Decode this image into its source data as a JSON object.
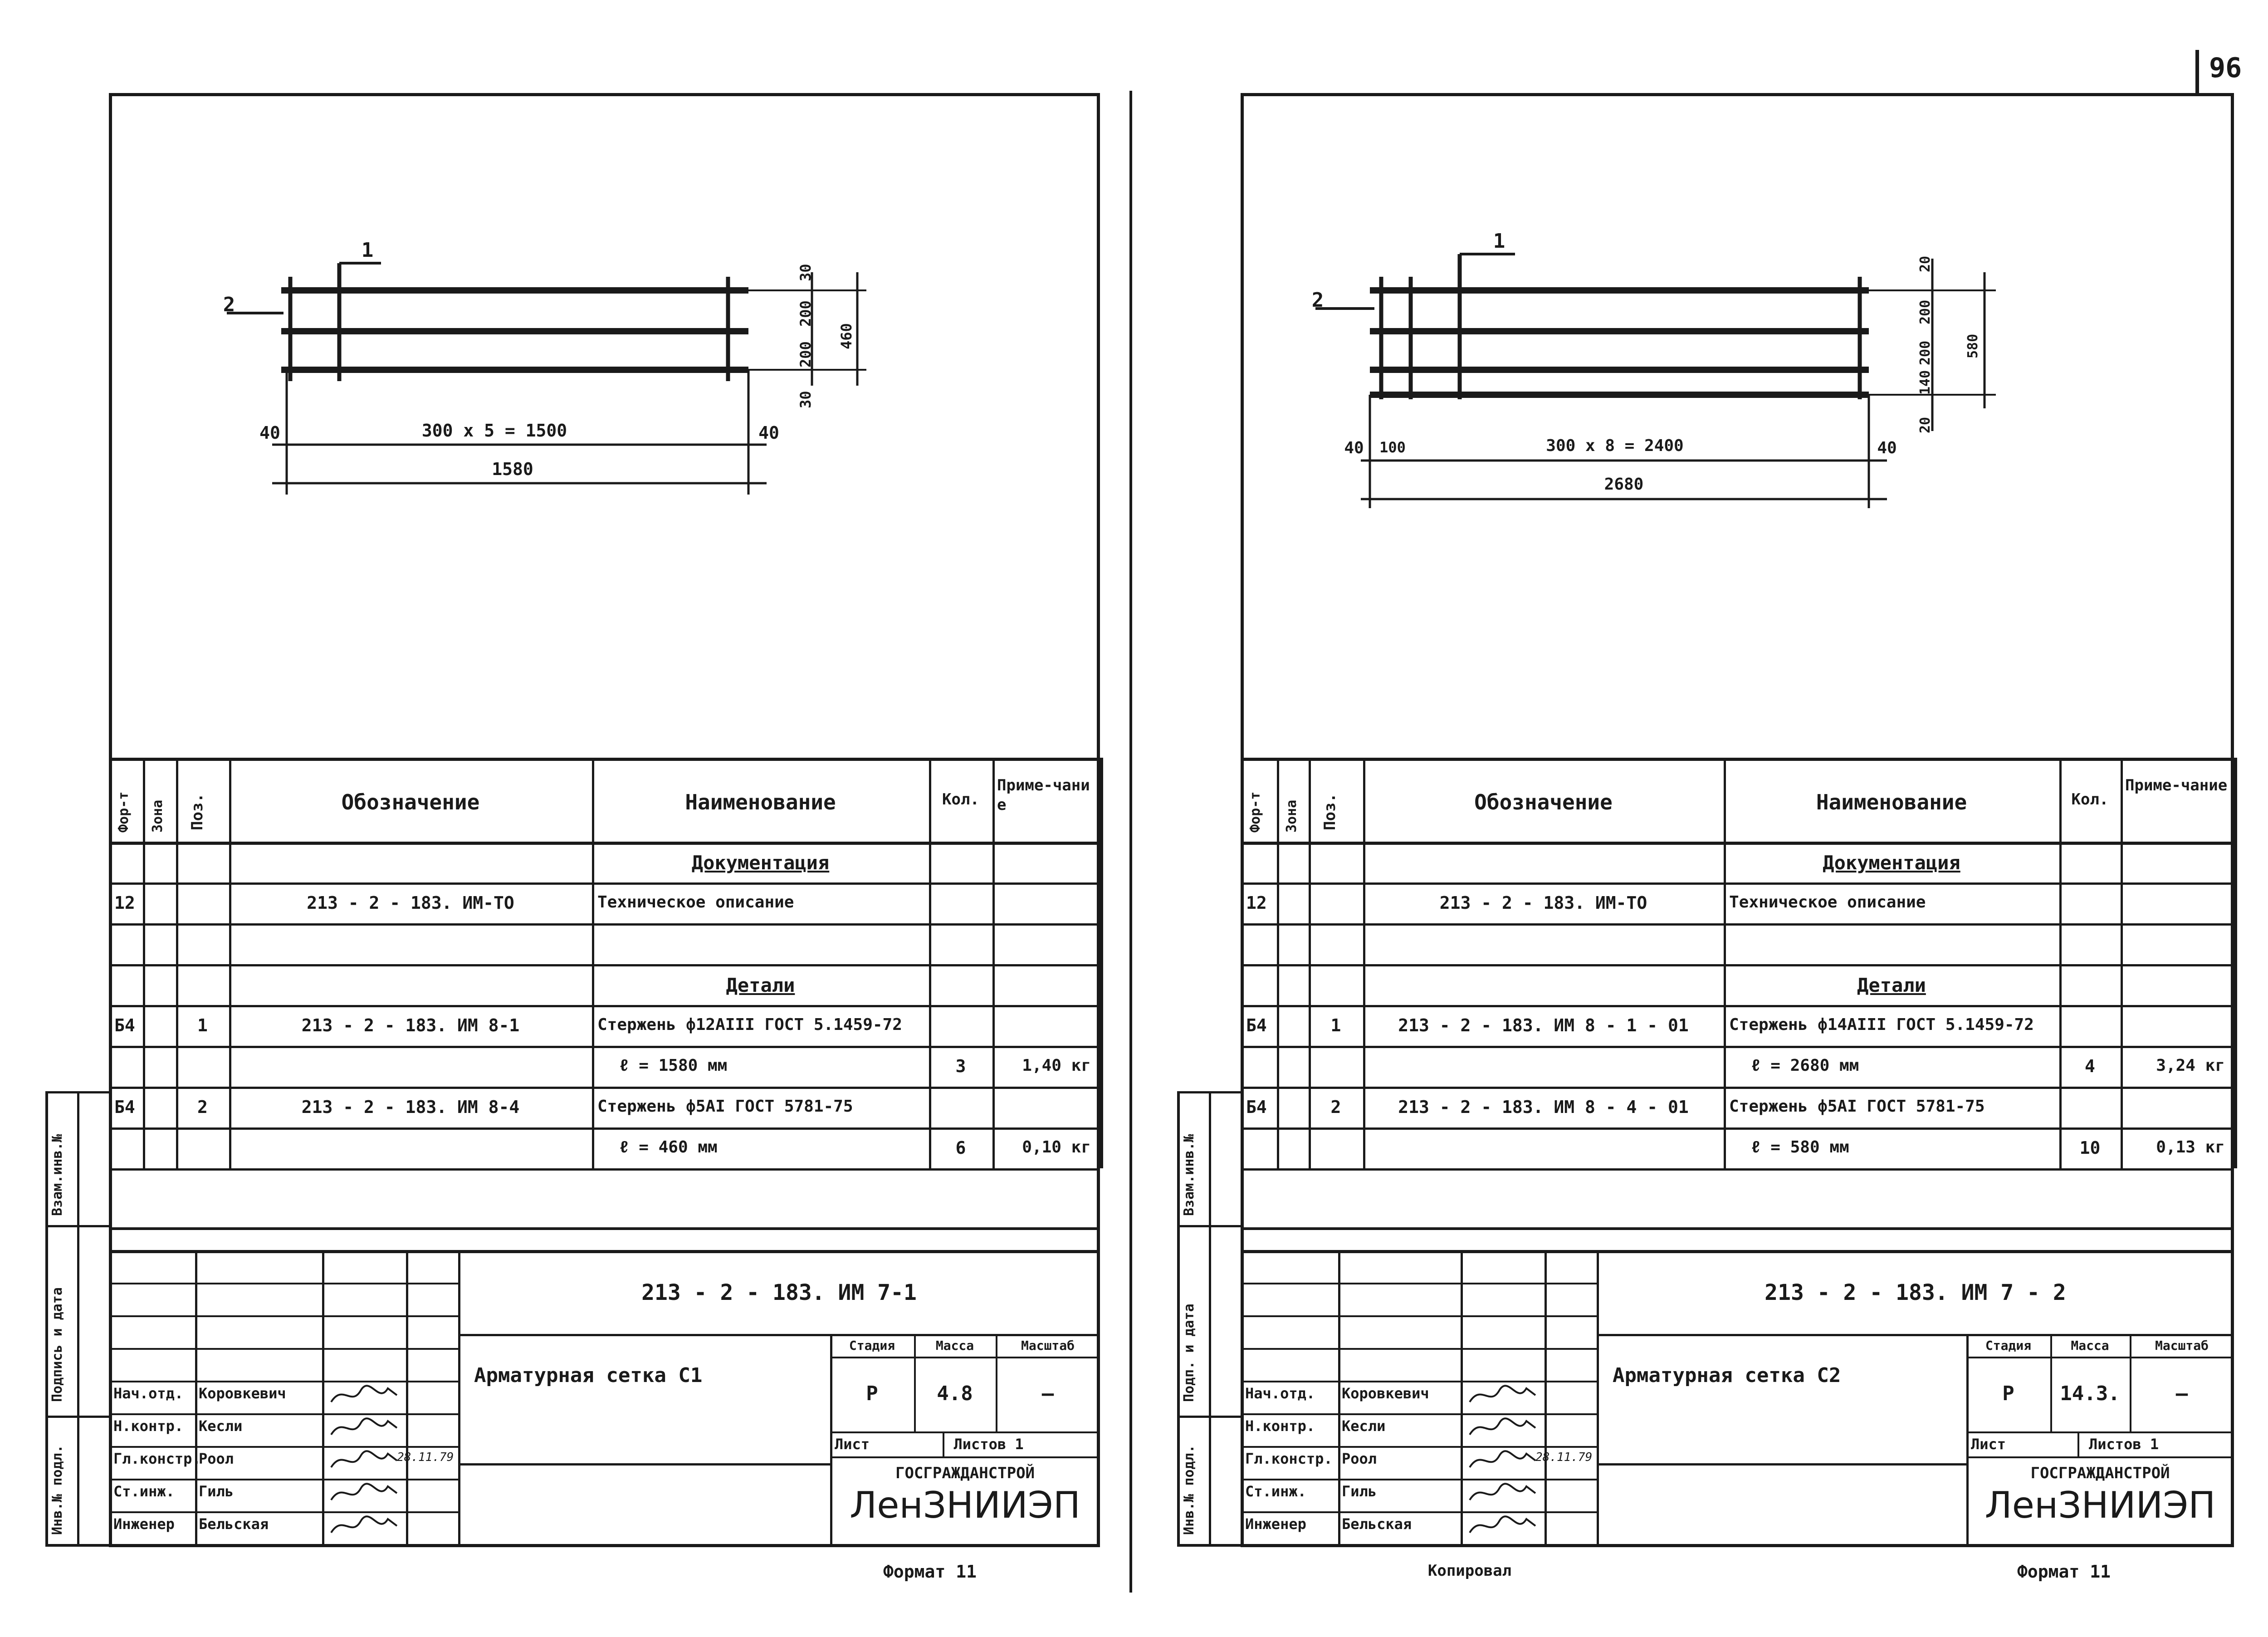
{
  "page_number": "96",
  "sheets": [
    {
      "drawing": {
        "callout_1": "1",
        "callout_2": "2",
        "dim_left": "40",
        "dim_right": "40",
        "dim_spacing": "300 x 5 = 1500",
        "dim_overall": "1580",
        "dim_v_top": "30",
        "dim_v_1": "200",
        "dim_v_2": "200",
        "dim_v_bottom": "30",
        "dim_v_total": "460"
      },
      "spec": {
        "headers": {
          "format": "Фор-т",
          "zone": "Зона",
          "pos": "Поз.",
          "designation": "Обозначение",
          "name": "Наименование",
          "qty": "Кол.",
          "note": "Приме-чание"
        },
        "rows": [
          {
            "format": "",
            "zone": "",
            "pos": "",
            "designation": "",
            "name": "Документация",
            "qty": "",
            "note": "",
            "heading": true
          },
          {
            "format": "12",
            "zone": "",
            "pos": "",
            "designation": "213 - 2 - 183. ИМ-ТО",
            "name": "Техническое описание",
            "qty": "",
            "note": ""
          },
          {
            "format": "",
            "zone": "",
            "pos": "",
            "designation": "",
            "name": "",
            "qty": "",
            "note": ""
          },
          {
            "format": "",
            "zone": "",
            "pos": "",
            "designation": "",
            "name": "Детали",
            "qty": "",
            "note": "",
            "heading": true
          },
          {
            "format": "Б4",
            "zone": "",
            "pos": "1",
            "designation": "213 - 2 - 183. ИМ 8-1",
            "name": "Стержень ф12АIII ГОСТ 5.1459-72",
            "qty": "",
            "note": ""
          },
          {
            "format": "",
            "zone": "",
            "pos": "",
            "designation": "",
            "name": "ℓ = 1580 мм",
            "qty": "3",
            "note": "1,40 кг"
          },
          {
            "format": "Б4",
            "zone": "",
            "pos": "2",
            "designation": "213 - 2 - 183. ИМ 8-4",
            "name": "Стержень ф5АI ГОСТ 5781-75",
            "qty": "",
            "note": ""
          },
          {
            "format": "",
            "zone": "",
            "pos": "",
            "designation": "",
            "name": "ℓ = 460 мм",
            "qty": "6",
            "note": "0,10 кг"
          }
        ]
      },
      "title_block": {
        "doc_code": "213 - 2 - 183. ИМ 7-1",
        "title": "Арматурная сетка С1",
        "stage_label": "Стадия",
        "mass_label": "Масса",
        "scale_label": "Масштаб",
        "stage": "Р",
        "mass": "4.8",
        "scale": "—",
        "sheet_label": "Лист",
        "sheets_label": "Листов 1",
        "org1": "ГОСГРАЖДАНСТРОЙ",
        "org2": "ЛенЗНИИЭП",
        "roles": [
          {
            "role": "Нач.отд.",
            "name": "Коровкевич",
            "date": ""
          },
          {
            "role": "Н.контр.",
            "name": "Кесли",
            "date": ""
          },
          {
            "role": "Гл.констр.",
            "name": "Роол",
            "date": "28.11.79"
          },
          {
            "role": "Ст.инж.",
            "name": "Гиль",
            "date": ""
          },
          {
            "role": "Инженер",
            "name": "Бельская",
            "date": ""
          }
        ]
      },
      "side_stamp": {
        "a": "Инв.№ подл.",
        "b": "Подпись и дата",
        "c": "Взам.инв.№"
      },
      "footer": {
        "left": "",
        "right": "Формат 11"
      }
    },
    {
      "drawing": {
        "callout_1": "1",
        "callout_2": "2",
        "dim_left": "40",
        "dim_left2": "100",
        "dim_right": "40",
        "dim_spacing": "300 x 8 = 2400",
        "dim_overall": "2680",
        "dim_v_top": "20",
        "dim_v_1": "200",
        "dim_v_2": "200",
        "dim_v_3": "140",
        "dim_v_bottom": "20",
        "dim_v_total": "580"
      },
      "spec": {
        "headers": {
          "format": "Фор-т",
          "zone": "Зона",
          "pos": "Поз.",
          "designation": "Обозначение",
          "name": "Наименование",
          "qty": "Кол.",
          "note": "Приме-чание"
        },
        "rows": [
          {
            "format": "",
            "zone": "",
            "pos": "",
            "designation": "",
            "name": "Документация",
            "qty": "",
            "note": "",
            "heading": true
          },
          {
            "format": "12",
            "zone": "",
            "pos": "",
            "designation": "213 - 2 - 183. ИМ-ТО",
            "name": "Техническое описание",
            "qty": "",
            "note": ""
          },
          {
            "format": "",
            "zone": "",
            "pos": "",
            "designation": "",
            "name": "",
            "qty": "",
            "note": ""
          },
          {
            "format": "",
            "zone": "",
            "pos": "",
            "designation": "",
            "name": "Детали",
            "qty": "",
            "note": "",
            "heading": true
          },
          {
            "format": "Б4",
            "zone": "",
            "pos": "1",
            "designation": "213 - 2 - 183. ИМ 8 - 1 - 01",
            "name": "Стержень ф14АIII ГОСТ 5.1459-72",
            "qty": "",
            "note": ""
          },
          {
            "format": "",
            "zone": "",
            "pos": "",
            "designation": "",
            "name": "ℓ = 2680 мм",
            "qty": "4",
            "note": "3,24 кг"
          },
          {
            "format": "Б4",
            "zone": "",
            "pos": "2",
            "designation": "213 - 2 - 183. ИМ 8 - 4 - 01",
            "name": "Стержень ф5АI ГОСТ 5781-75",
            "qty": "",
            "note": ""
          },
          {
            "format": "",
            "zone": "",
            "pos": "",
            "designation": "",
            "name": "ℓ = 580 мм",
            "qty": "10",
            "note": "0,13 кг"
          }
        ]
      },
      "title_block": {
        "doc_code": "213 - 2 - 183. ИМ 7 - 2",
        "title": "Арматурная сетка С2",
        "stage_label": "Стадия",
        "mass_label": "Масса",
        "scale_label": "Масштаб",
        "stage": "Р",
        "mass": "14.3.",
        "scale": "—",
        "sheet_label": "Лист",
        "sheets_label": "Листов 1",
        "org1": "ГОСГРАЖДАНСТРОЙ",
        "org2": "ЛенЗНИИЭП",
        "roles": [
          {
            "role": "Нач.отд.",
            "name": "Коровкевич",
            "date": ""
          },
          {
            "role": "Н.контр.",
            "name": "Кесли",
            "date": ""
          },
          {
            "role": "Гл.констр.",
            "name": "Роол",
            "date": "28.11.79"
          },
          {
            "role": "Ст.инж.",
            "name": "Гиль",
            "date": ""
          },
          {
            "role": "Инженер",
            "name": "Бельская",
            "date": ""
          }
        ]
      },
      "side_stamp": {
        "a": "Инв.№ подл.",
        "b": "Подп. и дата",
        "c": "Взам.инв.№"
      },
      "footer": {
        "left": "Копировал",
        "right": "Формат 11"
      }
    }
  ]
}
